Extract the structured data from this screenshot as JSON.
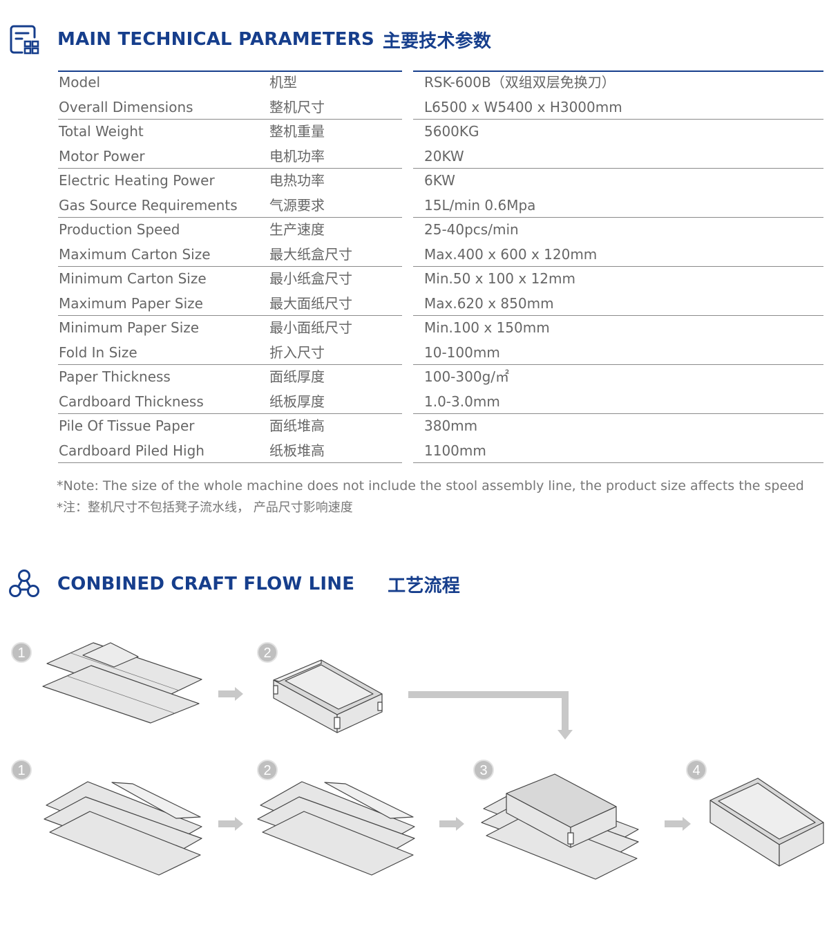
{
  "section1": {
    "icon": "document-grid-icon",
    "title_en": "MAIN TECHNICAL PARAMETERS",
    "title_cn": "主要技术参数"
  },
  "params": [
    {
      "en": "Model",
      "cn": "机型",
      "value": "RSK-600B（双组双层免换刀）"
    },
    {
      "en": "Overall Dimensions",
      "cn": "整机尺寸",
      "value": "L6500 x W5400 x H3000mm"
    },
    {
      "en": "Total Weight",
      "cn": "整机重量",
      "value": "5600KG"
    },
    {
      "en": "Motor Power",
      "cn": "电机功率",
      "value": "20KW"
    },
    {
      "en": "Electric Heating Power",
      "cn": "电热功率",
      "value": "6KW"
    },
    {
      "en": "Gas Source Requirements",
      "cn": "气源要求",
      "value": "15L/min 0.6Mpa"
    },
    {
      "en": "Production Speed",
      "cn": "生产速度",
      "value": "25-40pcs/min"
    },
    {
      "en": "Maximum Carton Size",
      "cn": "最大纸盒尺寸",
      "value": "Max.400 x 600 x 120mm"
    },
    {
      "en": "Minimum Carton Size",
      "cn": "最小纸盒尺寸",
      "value": "Min.50 x 100 x 12mm"
    },
    {
      "en": "Maximum Paper Size",
      "cn": "最大面纸尺寸",
      "value": "Max.620 x 850mm"
    },
    {
      "en": "Minimum Paper Size",
      "cn": "最小面纸尺寸",
      "value": "Min.100 x 150mm"
    },
    {
      "en": "Fold In Size",
      "cn": "折入尺寸",
      "value": "10-100mm"
    },
    {
      "en": "Paper Thickness",
      "cn": "面纸厚度",
      "value": "100-300g/㎡"
    },
    {
      "en": "Cardboard Thickness",
      "cn": "纸板厚度",
      "value": "1.0-3.0mm"
    },
    {
      "en": "Pile Of Tissue Paper",
      "cn": "面纸堆高",
      "value": "380mm"
    },
    {
      "en": "Cardboard Piled High",
      "cn": "纸板堆高",
      "value": "1100mm"
    }
  ],
  "note": {
    "en": "*Note: The size of the whole machine does not include the stool assembly line, the product size affects the speed",
    "cn": "*注：整机尺寸不包括凳子流水线，  产品尺寸影响速度"
  },
  "section2": {
    "icon": "flow-nodes-icon",
    "title_en": "CONBINED CRAFT FLOW LINE",
    "title_cn": "工艺流程"
  },
  "flow": {
    "top_row_steps": [
      "1",
      "2"
    ],
    "bottom_row_steps": [
      "1",
      "2",
      "3",
      "4"
    ]
  },
  "colors": {
    "accent": "#163e8c",
    "text": "#666666",
    "divider": "#8a8a8a",
    "step_circle": "#bfbfbf",
    "arrow": "#c8c8c8",
    "box_fill": "#e6e6e6",
    "box_stroke": "#444444"
  }
}
